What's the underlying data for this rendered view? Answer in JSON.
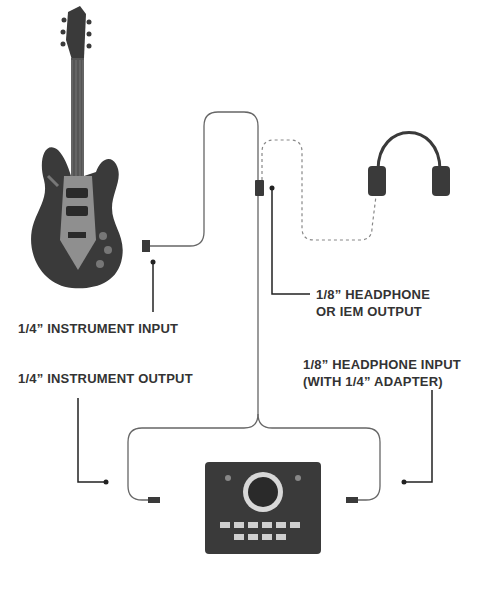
{
  "diagram": {
    "labels": [
      "1/4” INSTRUMENT INPUT",
      "1/4” INSTRUMENT OUTPUT",
      "1/8” HEADPHONE OR IEM OUTPUT",
      "1/8” HEADPHONE INPUT (WITH 1/4” ADAPTER)"
    ]
  }
}
